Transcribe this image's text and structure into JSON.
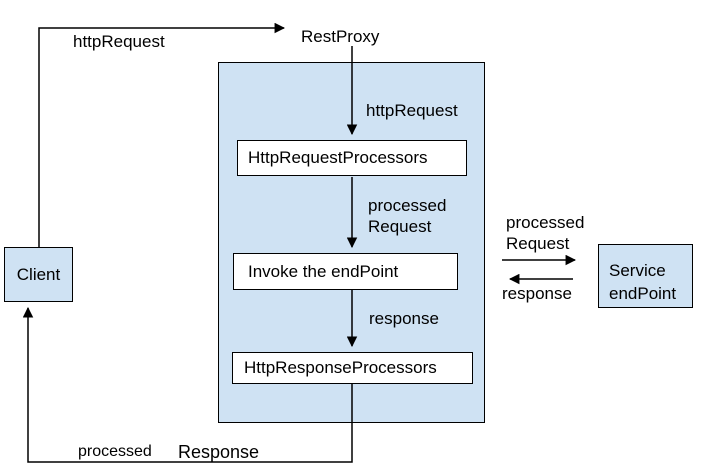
{
  "diagram": {
    "nodes": {
      "client": {
        "label": "Client"
      },
      "rest_proxy": {
        "label": "RestProxy"
      },
      "http_request_processors": {
        "label": "HttpRequestProcessors"
      },
      "invoke_endpoint": {
        "label": "Invoke the endPoint"
      },
      "http_response_processors": {
        "label": "HttpResponseProcessors"
      },
      "service_endpoint": {
        "label": "Service\nendPoint"
      }
    },
    "edges": {
      "client_to_restproxy": "httpRequest",
      "restproxy_to_requestprocessors": "httpRequest",
      "requestprocessors_to_invoke": "processed\nRequest",
      "invoke_to_responseprocessors": "response",
      "proxy_to_service": "processed\nRequest",
      "service_to_proxy": "response",
      "responseprocessors_to_client_word1": "processed",
      "responseprocessors_to_client_word2": "Response"
    },
    "colors": {
      "node_fill": "#cfe2f3",
      "line": "#000000",
      "background": "#ffffff"
    }
  }
}
